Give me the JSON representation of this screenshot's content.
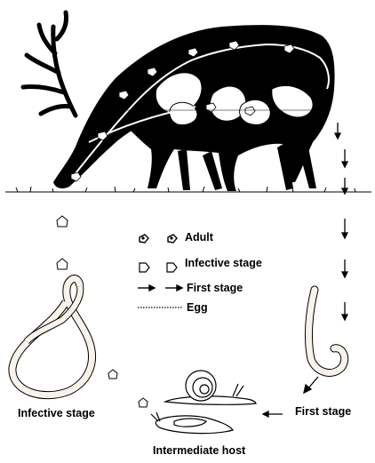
{
  "labels": {
    "infective_stage": "Infective stage",
    "first_stage": "First stage",
    "intermediate_host": "Intermediate host"
  },
  "legend": [
    {
      "symbol": "adult-symbol",
      "label": "Adult"
    },
    {
      "symbol": "infective-stage-symbol",
      "label": "Infective stage"
    },
    {
      "symbol": "first-stage-symbol",
      "label": "First stage"
    },
    {
      "symbol": "egg-symbol",
      "label": "Egg"
    }
  ],
  "colors": {
    "ink": "#000000",
    "paper": "#ffffff",
    "larva_fill": "#f7f3ea"
  }
}
